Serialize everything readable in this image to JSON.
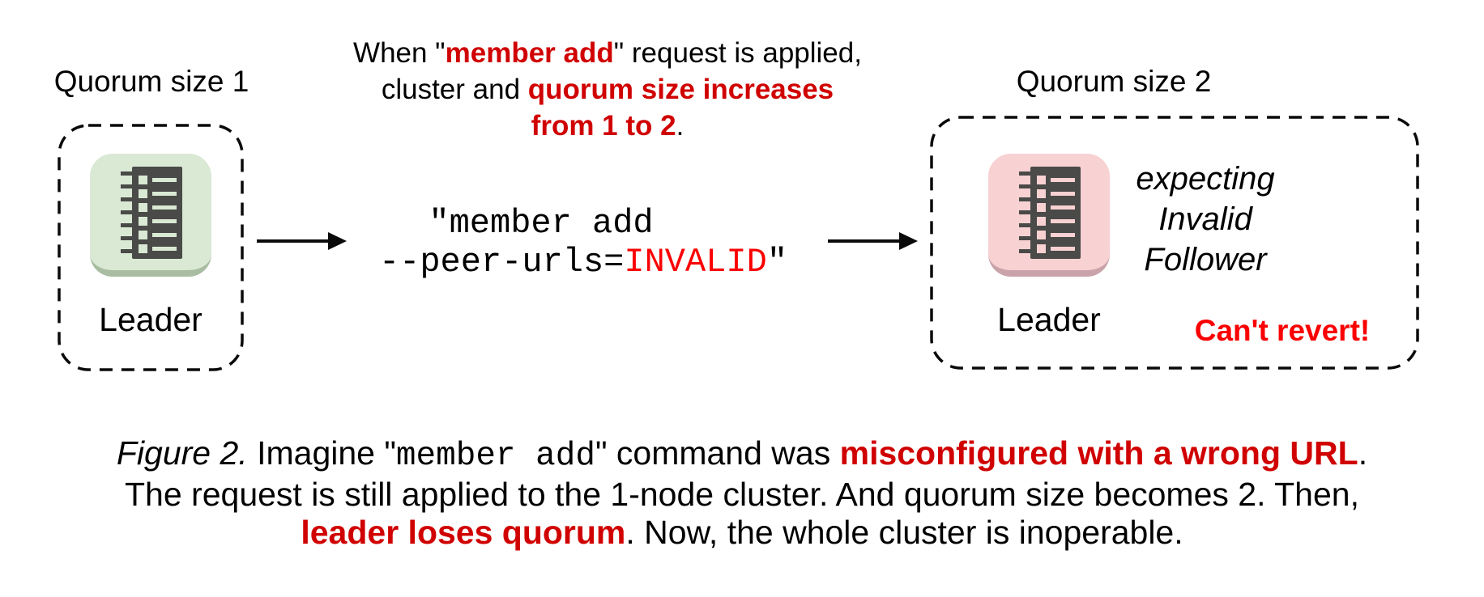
{
  "colors": {
    "red_bold": "#d00000",
    "red_bright": "#fb0000",
    "text": "#000000",
    "node_green_bg": "#d9e9d4",
    "node_green_edge": "#a9bda2",
    "node_pink_bg": "#f8d1d2",
    "node_pink_edge": "#c9a3a9",
    "icon_dark": "#4a4a48",
    "stroke": "#0a0a0a"
  },
  "left_cluster": {
    "title": "Quorum size 1",
    "node_label": "Leader",
    "node_icon": "log-list-icon"
  },
  "right_cluster": {
    "title": "Quorum size 2",
    "node_label": "Leader",
    "node_icon": "log-list-icon",
    "expecting_lines": [
      "expecting",
      "Invalid",
      "Follower"
    ],
    "warning": "Can't revert!"
  },
  "header_note": {
    "line1": [
      {
        "t": "When \"",
        "s": "plain"
      },
      {
        "t": "member add",
        "s": "red"
      },
      {
        "t": "\" request is applied,",
        "s": "plain"
      }
    ],
    "line2": [
      {
        "t": "cluster and ",
        "s": "plain"
      },
      {
        "t": "quorum size increases",
        "s": "red"
      }
    ],
    "line3": [
      {
        "t": "from 1 to 2",
        "s": "red"
      },
      {
        "t": ".",
        "s": "plain"
      }
    ]
  },
  "command": {
    "line1": [
      {
        "t": "\"member add",
        "s": "mono"
      }
    ],
    "line2": [
      {
        "t": "--peer-urls=",
        "s": "mono"
      },
      {
        "t": "INVALID",
        "s": "monored"
      },
      {
        "t": "\"",
        "s": "mono"
      }
    ]
  },
  "caption": {
    "line1": [
      {
        "t": "Figure 2.",
        "s": "italic"
      },
      {
        "t": " Imagine \"",
        "s": "plain"
      },
      {
        "t": "member add",
        "s": "mono"
      },
      {
        "t": "\" command was ",
        "s": "plain"
      },
      {
        "t": "misconfigured with a wrong URL",
        "s": "red"
      },
      {
        "t": ".",
        "s": "plain"
      }
    ],
    "line2": [
      {
        "t": "The request is still applied to the 1-node cluster. And quorum size becomes 2. Then,",
        "s": "plain"
      }
    ],
    "line3": [
      {
        "t": "leader loses quorum",
        "s": "red"
      },
      {
        "t": ". Now, the whole cluster is inoperable.",
        "s": "plain"
      }
    ]
  }
}
